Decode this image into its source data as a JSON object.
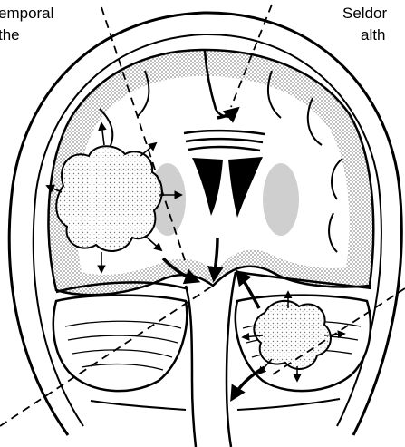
{
  "labels": {
    "top_left_line1": "emporal",
    "top_left_line2": "the",
    "top_right_line1": "Seldor",
    "top_right_line2": "alth"
  },
  "colors": {
    "ink": "#000000",
    "shading": "#b9b9b9",
    "background": "#ffffff"
  }
}
